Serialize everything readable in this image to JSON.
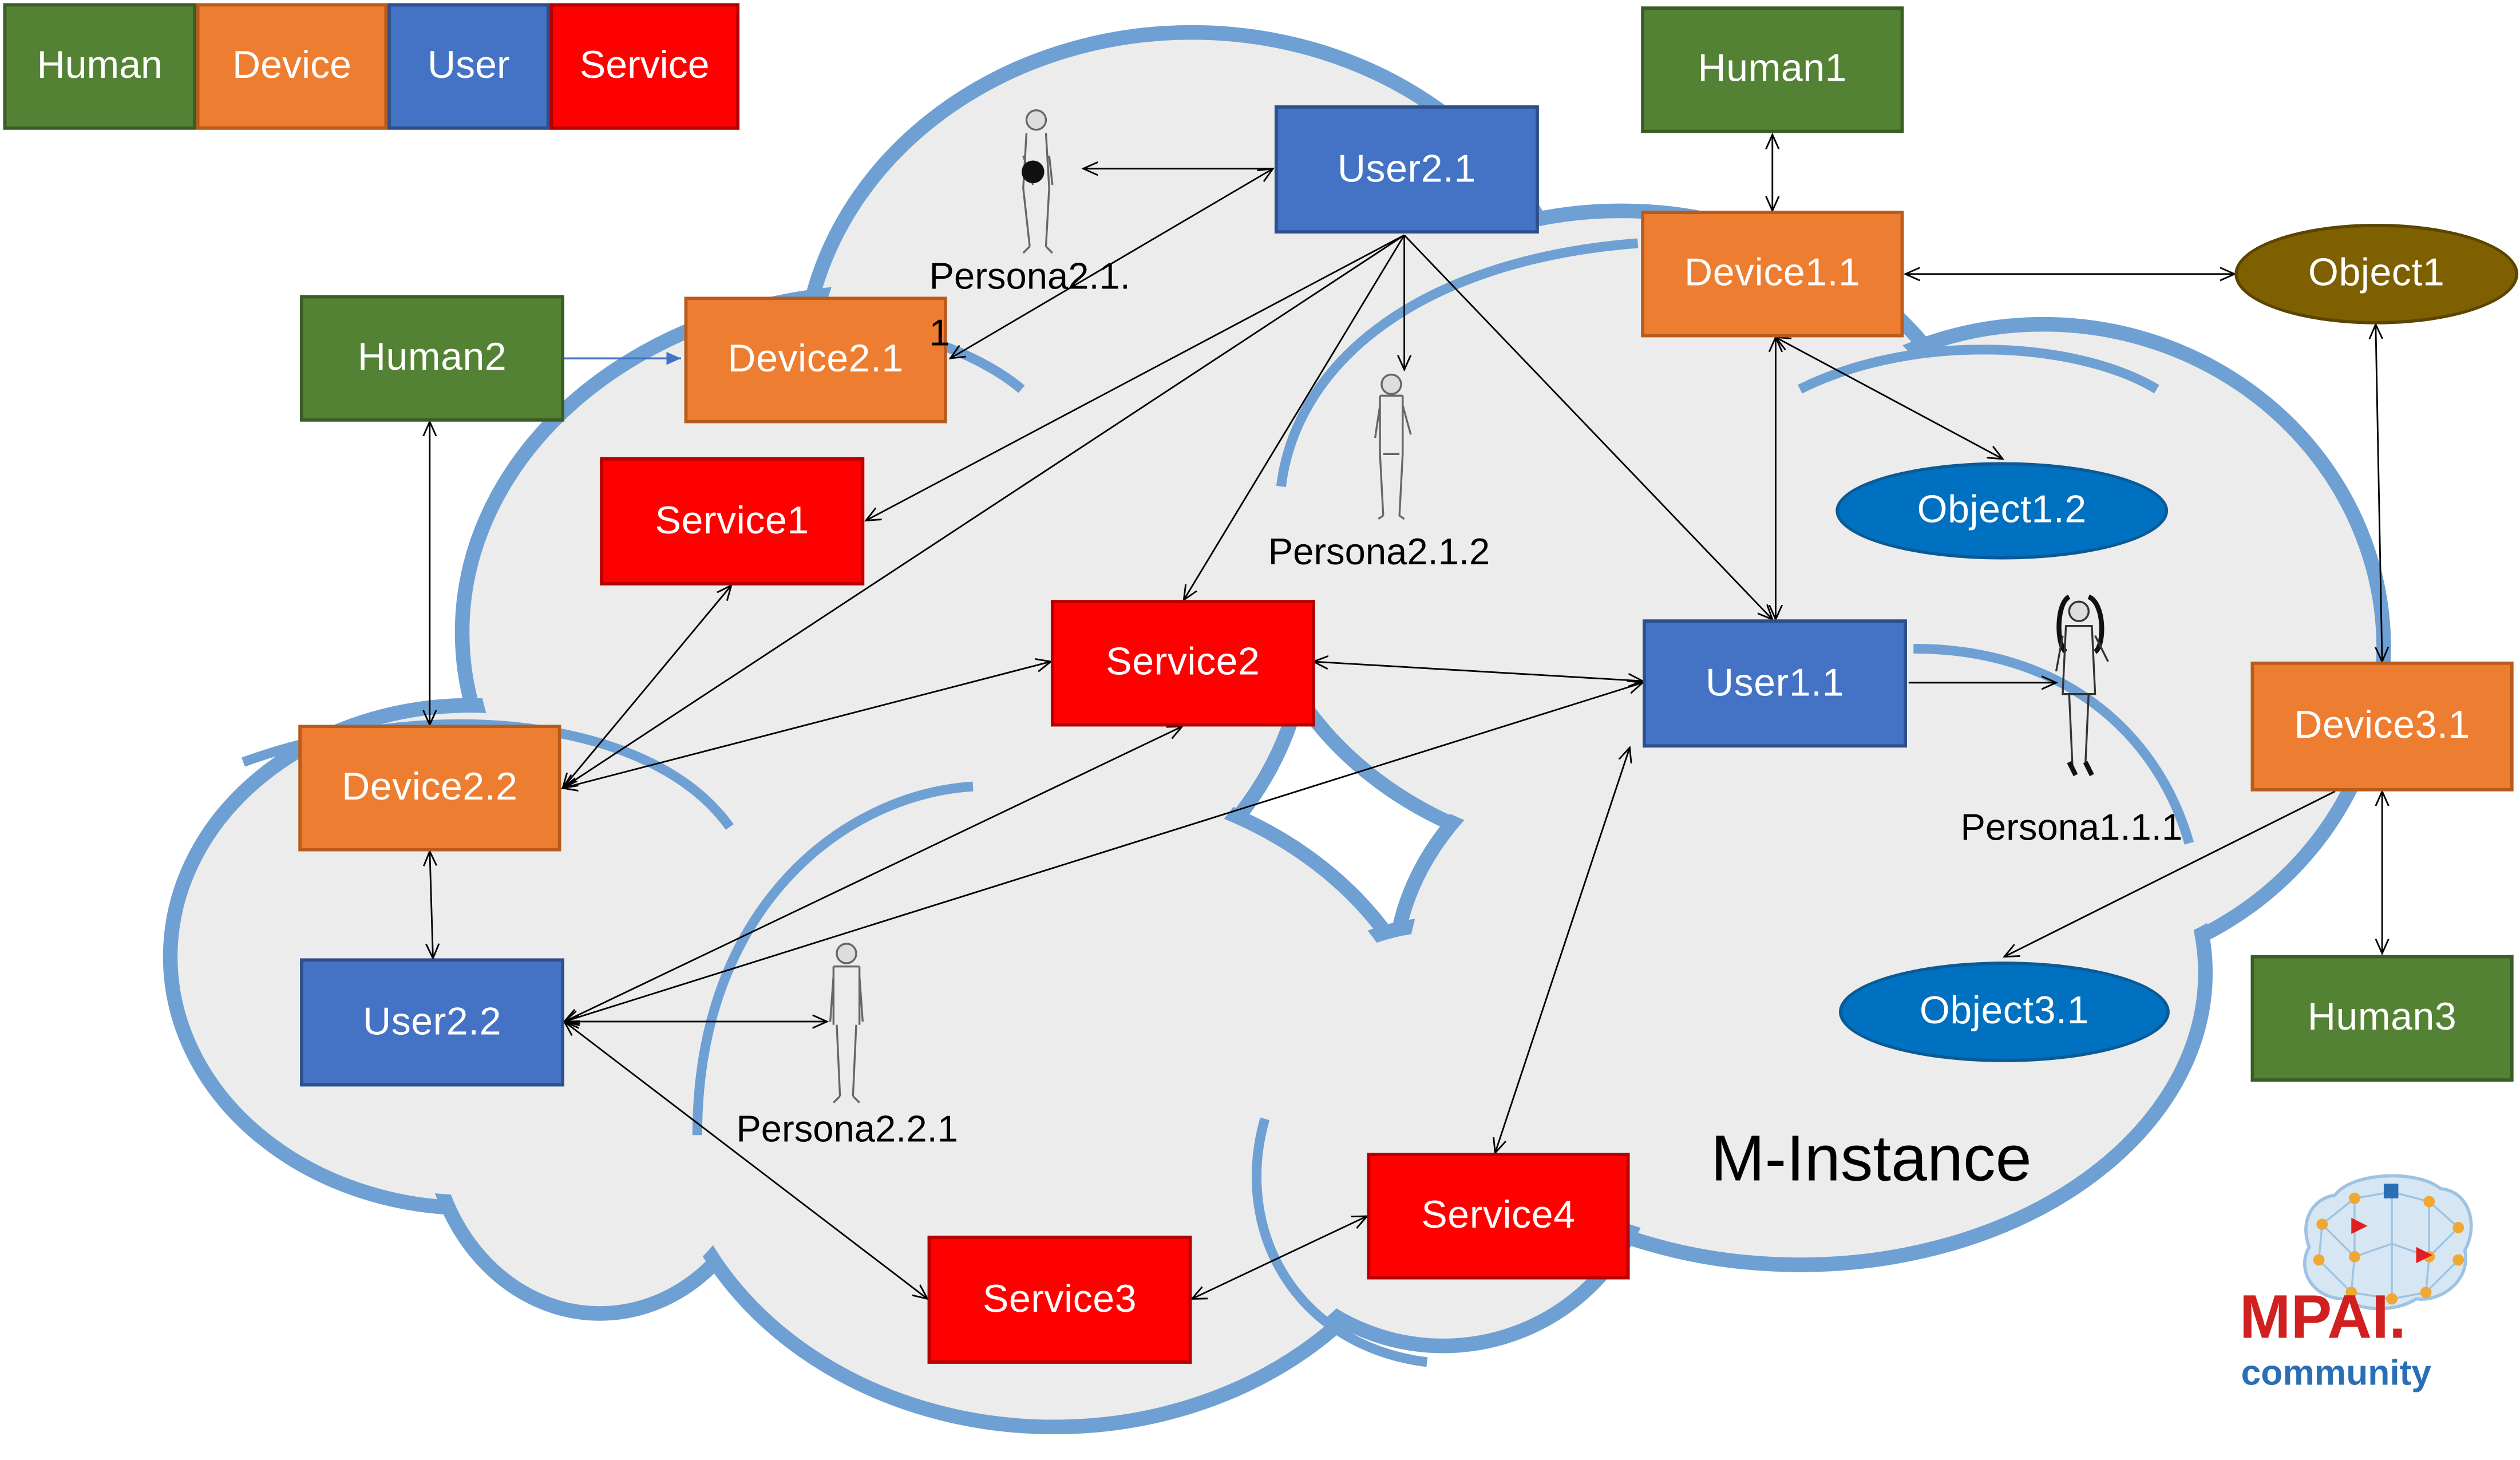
{
  "legend": {
    "human": "Human",
    "device": "Device",
    "user": "User",
    "service": "Service"
  },
  "nodes": {
    "human1": "Human1",
    "human2": "Human2",
    "human3": "Human3",
    "device1_1": "Device1.1",
    "device2_1": "Device2.1",
    "device2_2": "Device2.2",
    "device3_1": "Device3.1",
    "user1_1": "User1.1",
    "user2_1": "User2.1",
    "user2_2": "User2.2",
    "service1": "Service1",
    "service2": "Service2",
    "service3": "Service3",
    "service4": "Service4",
    "object1": "Object1",
    "object1_2": "Object1.2",
    "object3_1": "Object3.1"
  },
  "personas": {
    "p2_1_1_line1": "Persona2.1.",
    "p2_1_1_line2": "1",
    "p2_1_2": "Persona2.1.2",
    "p1_1_1": "Persona1.1.1",
    "p2_2_1": "Persona2.2.1"
  },
  "title": "M-Instance",
  "logo": {
    "main": "MPAI.",
    "sub": "community"
  },
  "colors": {
    "human": "#548235",
    "device": "#ed7d31",
    "user": "#4472c4",
    "service": "#ff0000",
    "object": "#0070c0",
    "object_alt": "#7f6000",
    "cloud_fill": "#ececec",
    "cloud_outline": "#6fa0d4"
  },
  "icons": [
    "person-figure-icon",
    "mpai-brain-logo-icon"
  ]
}
